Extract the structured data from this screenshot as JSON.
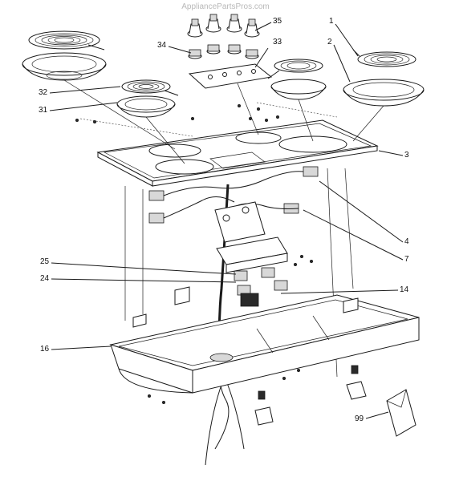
{
  "watermark": "AppliancePartsPros.com",
  "callouts": [
    {
      "key": "c1",
      "label": "1"
    },
    {
      "key": "c2",
      "label": "2"
    },
    {
      "key": "c3",
      "label": "3"
    },
    {
      "key": "c4",
      "label": "4"
    },
    {
      "key": "c7",
      "label": "7"
    },
    {
      "key": "c14",
      "label": "14"
    },
    {
      "key": "c16",
      "label": "16"
    },
    {
      "key": "c24",
      "label": "24"
    },
    {
      "key": "c25",
      "label": "25"
    },
    {
      "key": "c31",
      "label": "31"
    },
    {
      "key": "c32",
      "label": "32"
    },
    {
      "key": "c33",
      "label": "33"
    },
    {
      "key": "c34",
      "label": "34"
    },
    {
      "key": "c35",
      "label": "35"
    },
    {
      "key": "c99",
      "label": "99"
    }
  ]
}
